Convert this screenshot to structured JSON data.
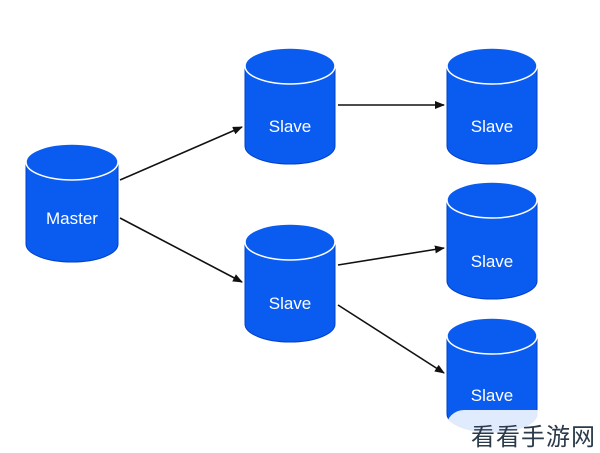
{
  "colors": {
    "node_fill": "#0A5CF0",
    "node_stroke": "#0040C8",
    "node_rim": "#ffffff",
    "edge": "#111111"
  },
  "nodes": [
    {
      "id": "master",
      "label": "Master"
    },
    {
      "id": "slave-1",
      "label": "Slave"
    },
    {
      "id": "slave-2",
      "label": "Slave"
    },
    {
      "id": "slave-3",
      "label": "Slave"
    },
    {
      "id": "slave-4",
      "label": "Slave"
    },
    {
      "id": "slave-5",
      "label": "Slave"
    }
  ],
  "edges": [
    {
      "from": "master",
      "to": "slave-1"
    },
    {
      "from": "master",
      "to": "slave-2"
    },
    {
      "from": "slave-1",
      "to": "slave-3"
    },
    {
      "from": "slave-2",
      "to": "slave-4"
    },
    {
      "from": "slave-2",
      "to": "slave-5"
    }
  ],
  "watermark": {
    "text": "看看手游网"
  }
}
